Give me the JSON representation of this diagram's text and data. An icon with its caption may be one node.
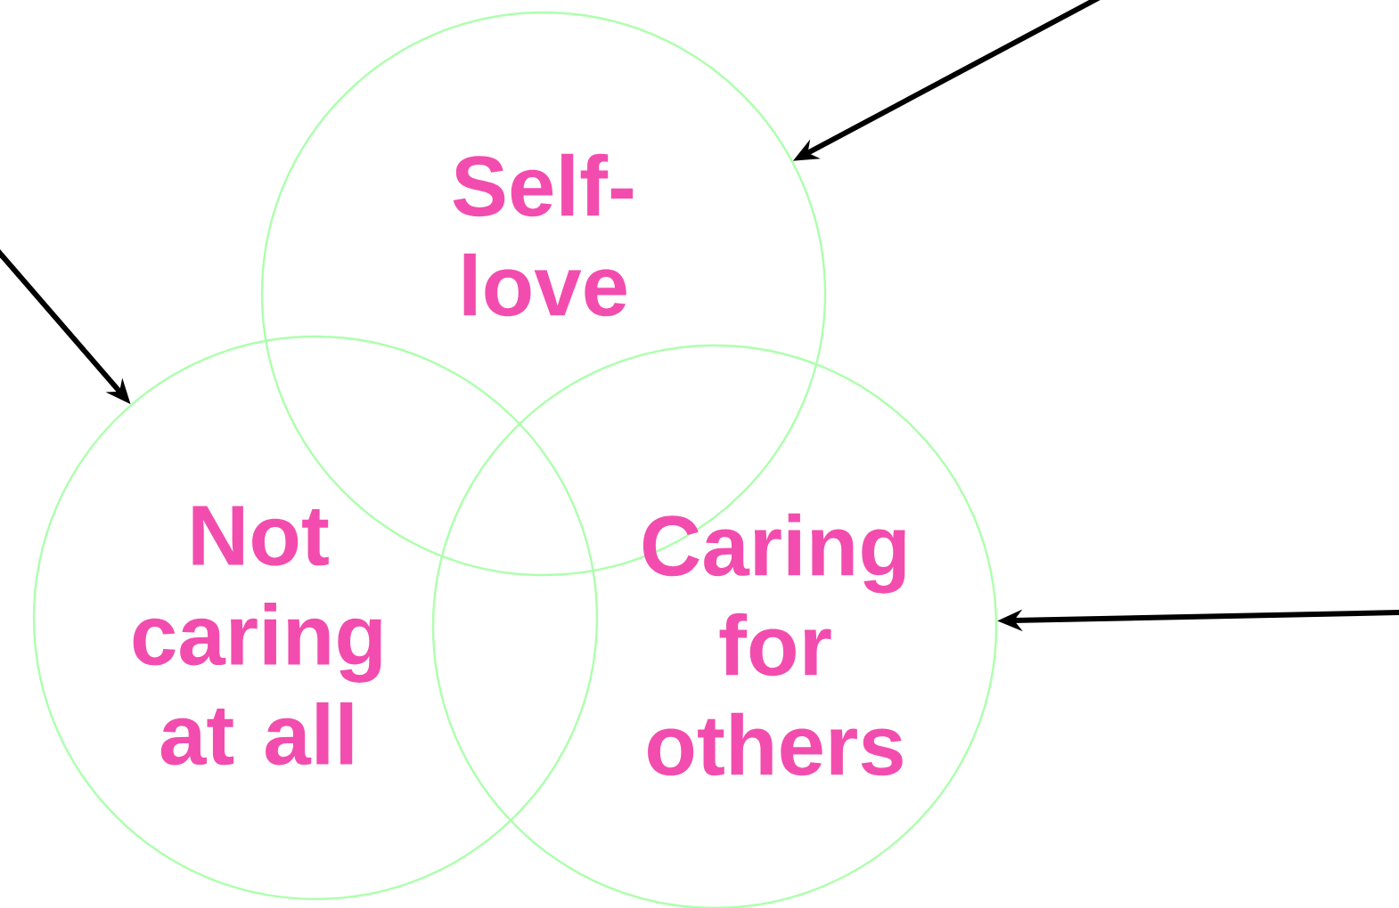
{
  "diagram": {
    "nodes": [
      {
        "text": [
          "Self-love"
        ]
      },
      {
        "text": [
          "Not caring at all"
        ]
      },
      {
        "text": [
          "Caring for others"
        ]
      }
    ],
    "edges": [
      {
        "from": null,
        "to": 0,
        "arrow": "to"
      },
      {
        "from": null,
        "to": 1,
        "arrow": "to"
      },
      {
        "from": null,
        "to": 2,
        "arrow": "to"
      }
    ]
  }
}
